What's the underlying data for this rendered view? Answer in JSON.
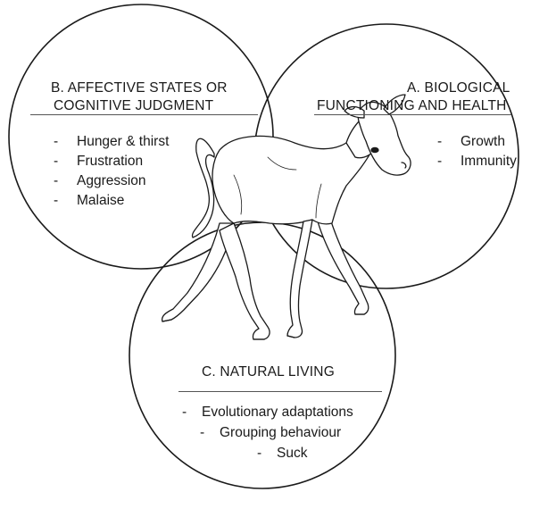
{
  "circles": {
    "b": {
      "title_line1": "B. AFFECTIVE STATES OR",
      "title_line2": "COGNITIVE JUDGMENT",
      "items": [
        "Hunger & thirst",
        "Frustration",
        "Aggression",
        "Malaise"
      ]
    },
    "a": {
      "title_line1": "A. BIOLOGICAL",
      "title_line2": "FUNCTIONING AND HEALTH",
      "items": [
        "Growth",
        "Immunity"
      ]
    },
    "c": {
      "title_line1": "C. NATURAL LIVING",
      "items": [
        "Evolutionary adaptations",
        "Grouping behaviour",
        "Suck"
      ]
    }
  },
  "colors": {
    "stroke": "#1a1a1a",
    "rule": "#555555",
    "background": "#ffffff"
  },
  "illustration": "calf-drawing"
}
